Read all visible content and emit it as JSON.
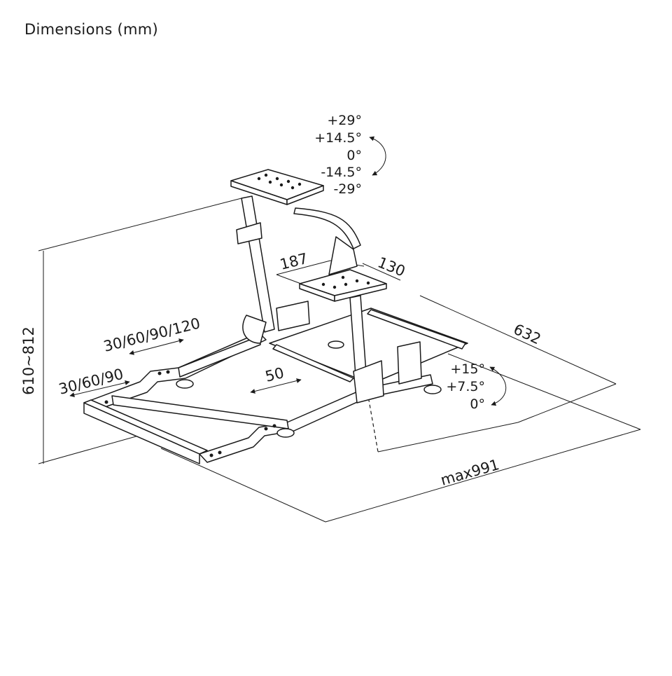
{
  "title": "Dimensions (mm)",
  "dimensions": {
    "height": "610~812",
    "depth": "632",
    "length": "max991",
    "plate_width": "187",
    "plate_depth": "130",
    "plate_height": "50",
    "front_adjust": "30/60/90",
    "pedal_adjust": "30/60/90/120"
  },
  "angles_top": [
    "+29°",
    "+14.5°",
    "0°",
    "-14.5°",
    "-29°"
  ],
  "angles_bottom": [
    "+15°",
    "+7.5°",
    "0°"
  ]
}
